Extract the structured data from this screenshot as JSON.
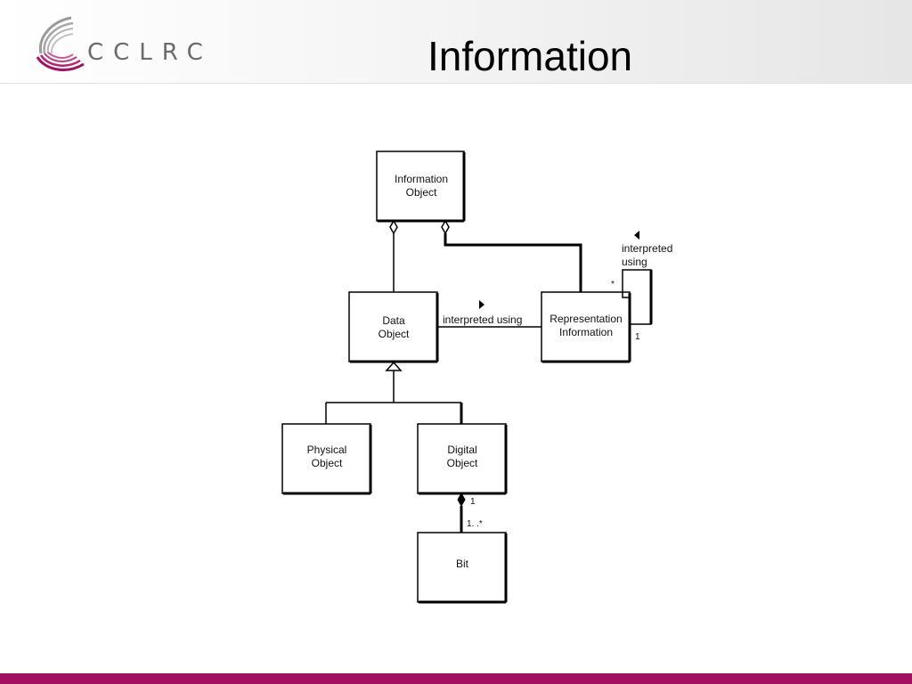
{
  "header": {
    "logo_text": "CCLRC",
    "title": "Information"
  },
  "diagram": {
    "boxes": {
      "information_object": [
        "Information",
        "Object"
      ],
      "data_object": [
        "Data",
        "Object"
      ],
      "representation_information": [
        "Representation",
        "Information"
      ],
      "physical_object": [
        "Physical",
        "Object"
      ],
      "digital_object": [
        "Digital",
        "Object"
      ],
      "bit": [
        "Bit"
      ]
    },
    "edges": {
      "data_to_rep_label": "interpreted using",
      "self_loop_label": [
        "interpreted",
        "using"
      ],
      "self_loop_mult_many": "*",
      "self_loop_mult_one": "1",
      "digital_bit_mult_one": "1",
      "digital_bit_mult_many": "1. .*"
    }
  },
  "colors": {
    "footer_bar": "#a3105f",
    "logo_magenta": "#a3105f",
    "logo_grey": "#8a8a8a"
  }
}
